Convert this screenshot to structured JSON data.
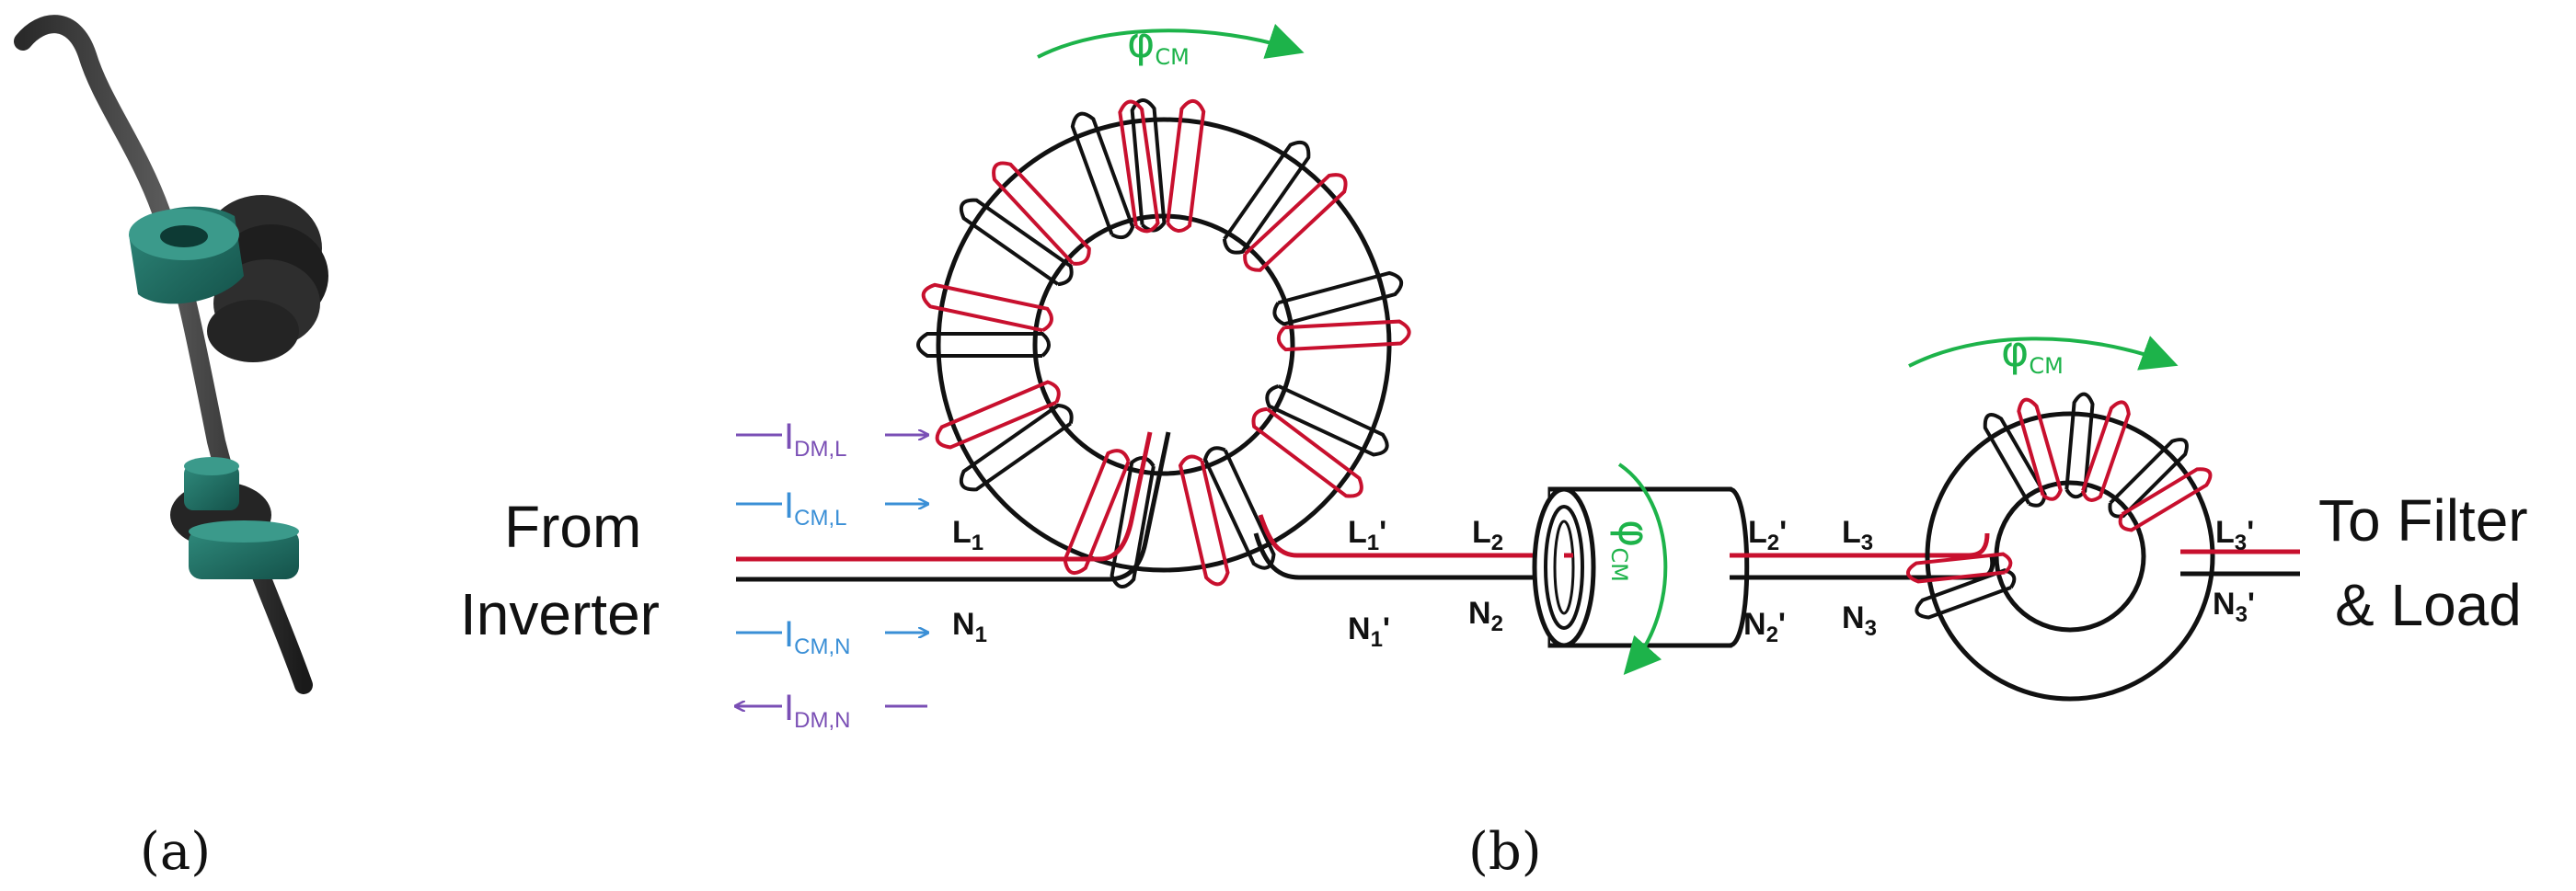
{
  "captions": {
    "a": "(a)",
    "b": "(b)"
  },
  "labels": {
    "from_inverter": [
      "From",
      "Inverter"
    ],
    "to_filter_load": [
      "To Filter",
      "& Load"
    ]
  },
  "currents": {
    "i_dm_l": {
      "main": "I",
      "sub": "DM,L"
    },
    "i_cm_l": {
      "main": "I",
      "sub": "CM,L"
    },
    "i_cm_n": {
      "main": "I",
      "sub": "CM,N"
    },
    "i_dm_n": {
      "main": "I",
      "sub": "DM,N"
    }
  },
  "flux": {
    "large_toroid": {
      "main": "φ",
      "sub": "CM"
    },
    "bead": {
      "main": "φ",
      "sub": "CM"
    },
    "small_toroid": {
      "main": "φ",
      "sub": "CM"
    }
  },
  "nodes": {
    "L1": {
      "main": "L",
      "sub": "1",
      "prime": ""
    },
    "N1": {
      "main": "N",
      "sub": "1",
      "prime": ""
    },
    "L1p": {
      "main": "L",
      "sub": "1",
      "prime": "'"
    },
    "N1p": {
      "main": "N",
      "sub": "1",
      "prime": "'"
    },
    "L2": {
      "main": "L",
      "sub": "2",
      "prime": ""
    },
    "N2": {
      "main": "N",
      "sub": "2",
      "prime": ""
    },
    "L2p": {
      "main": "L",
      "sub": "2",
      "prime": "'"
    },
    "N2p": {
      "main": "N",
      "sub": "2",
      "prime": "'"
    },
    "L3": {
      "main": "L",
      "sub": "3",
      "prime": ""
    },
    "N3": {
      "main": "N",
      "sub": "3",
      "prime": ""
    },
    "L3p": {
      "main": "L",
      "sub": "3",
      "prime": "'"
    },
    "N3p": {
      "main": "N",
      "sub": "3",
      "prime": "'"
    }
  },
  "colors": {
    "line": "#c8102e",
    "neutral": "#111111",
    "dm_current": "#7a4fb5",
    "cm_current": "#3a8fd6",
    "flux": "#1db34a",
    "core": "#1f6f63"
  }
}
